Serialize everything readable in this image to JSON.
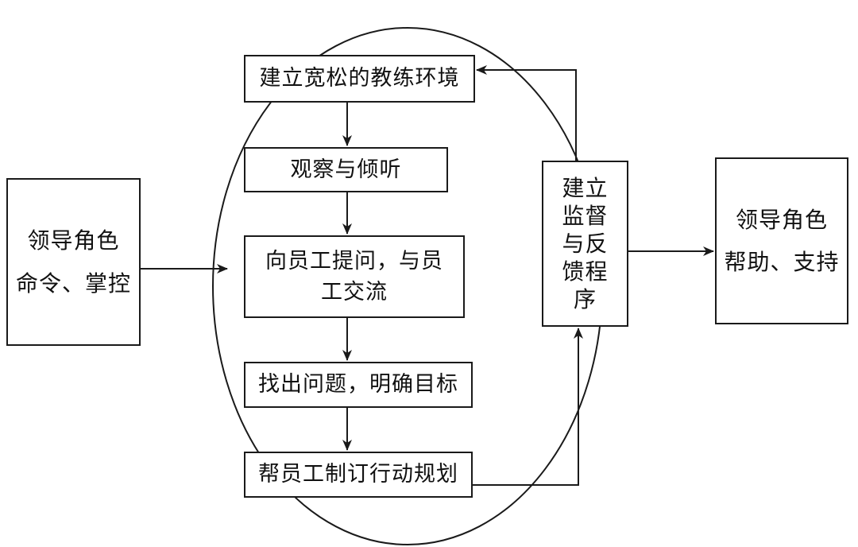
{
  "diagram": {
    "left_role": {
      "line1": "领导角色",
      "line2": "命令、掌控"
    },
    "right_role": {
      "line1": "领导角色",
      "line2": "帮助、支持"
    },
    "steps": [
      {
        "lines": [
          "建立宽松的教练环境"
        ]
      },
      {
        "lines": [
          "观察与倾听"
        ]
      },
      {
        "lines": [
          "向员工提问，与员",
          "工交流"
        ]
      },
      {
        "lines": [
          "找出问题，明确目标"
        ]
      },
      {
        "lines": [
          "帮员工制订行动规划"
        ]
      }
    ],
    "monitor": {
      "lines": [
        "建立",
        "监督",
        "与反",
        "馈程",
        "序"
      ]
    },
    "colors": {
      "stroke": "#1a1a1a",
      "background": "#ffffff"
    }
  }
}
